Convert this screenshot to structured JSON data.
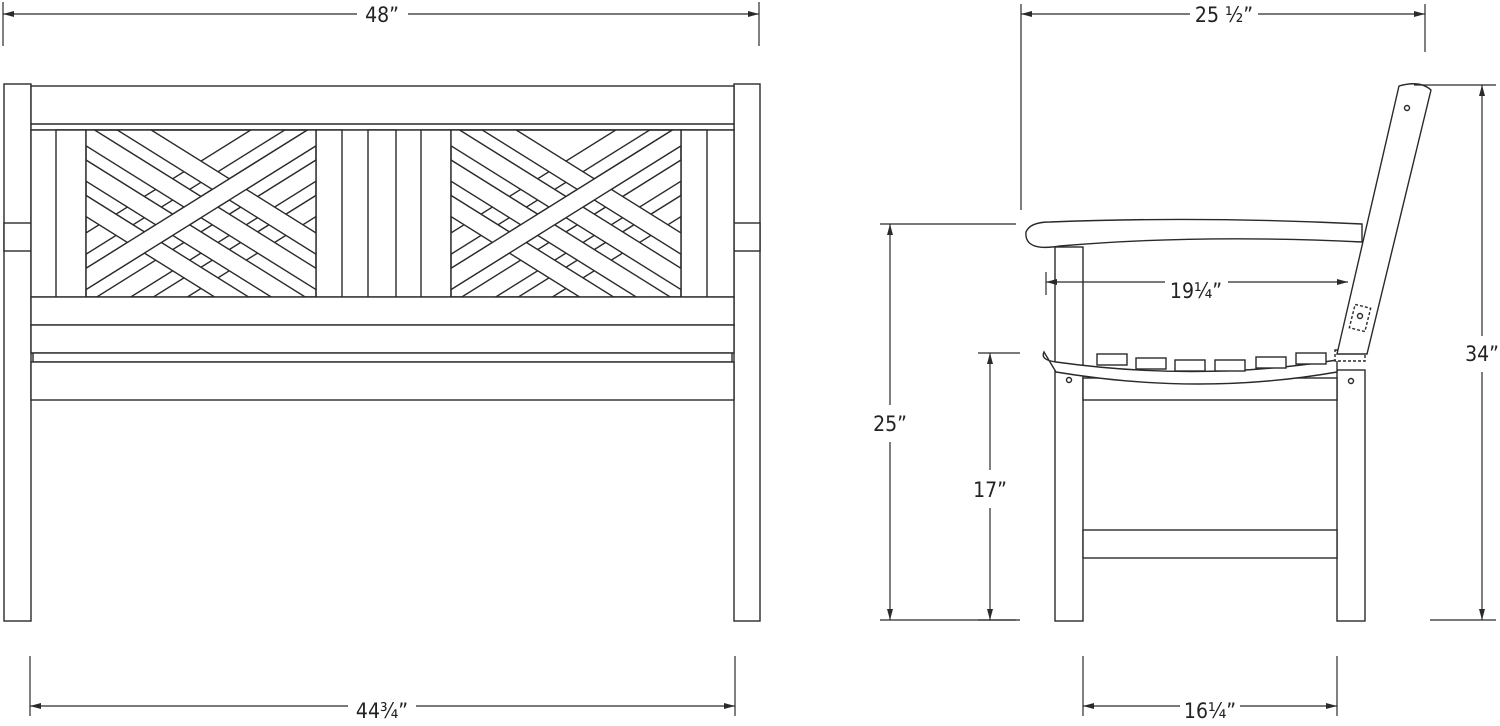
{
  "front_view": {
    "overall_width": "48”",
    "leg_span": "44¾”"
  },
  "side_view": {
    "depth": "25 ½”",
    "arm_height": "25”",
    "seat_height": "17”",
    "arm_inner_length": "19¼”",
    "leg_depth": "16¼”",
    "overall_height": "34”"
  }
}
